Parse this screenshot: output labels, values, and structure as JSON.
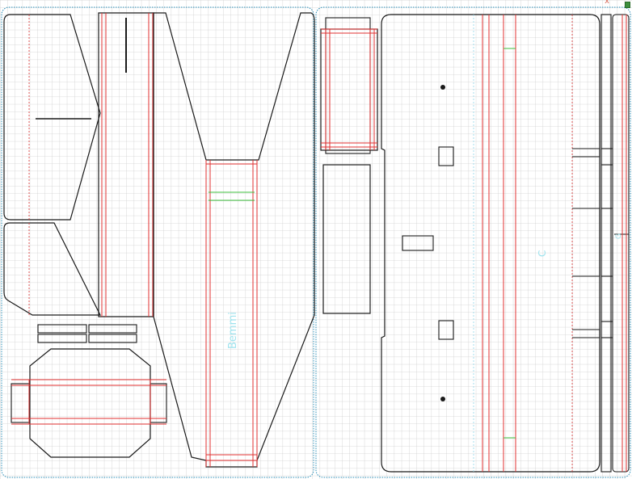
{
  "window": {
    "close_glyph": "x"
  },
  "labels": {
    "name_text": "Bemmi",
    "side_mark": "C",
    "tab_mark": "G"
  },
  "colors": {
    "grid": "#c9c9c9",
    "cut": "#1a1a1a",
    "fold_red": "#e03030",
    "fold_green": "#3cbf3c",
    "guide_blue": "#2a8fb8",
    "label_cyan": "#9fe3ee",
    "handle": "#3d8f3d"
  },
  "icons": {
    "close": "close-icon",
    "resize": "resize-handle-icon"
  }
}
